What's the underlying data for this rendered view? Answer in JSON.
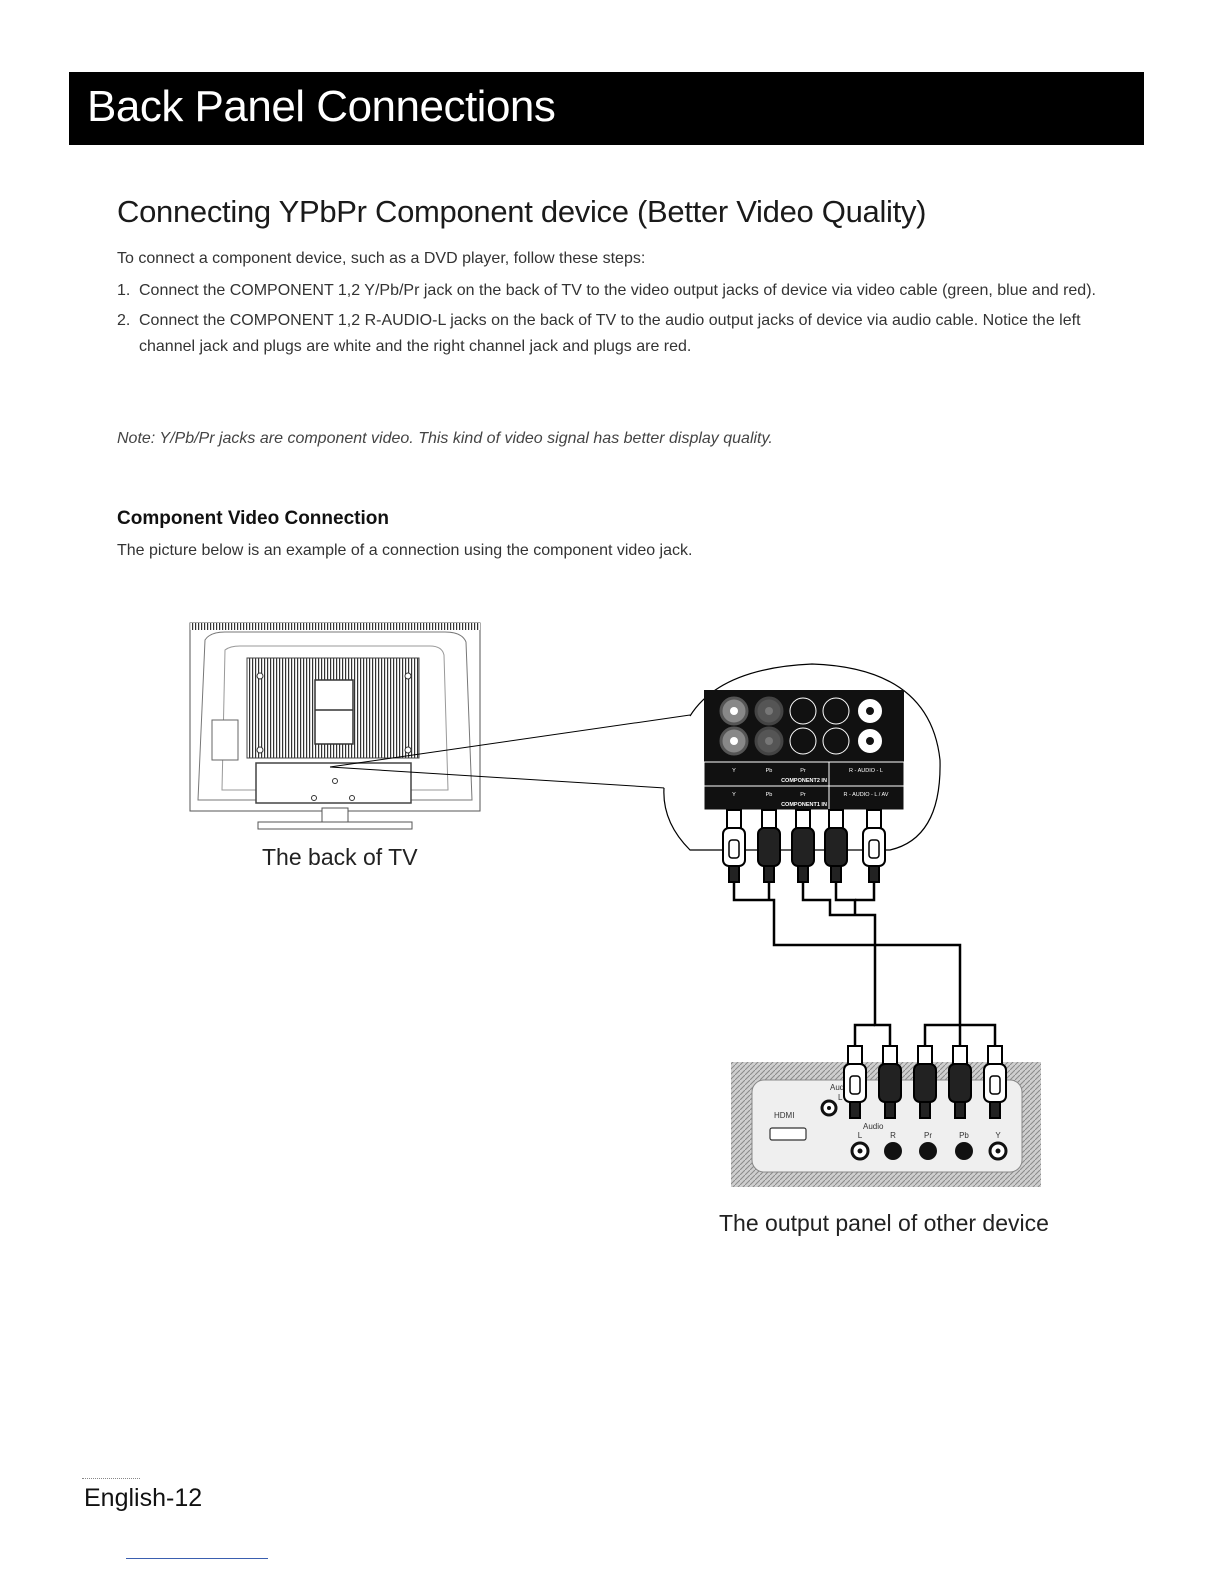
{
  "header": {
    "title": "Back Panel Connections"
  },
  "section": {
    "title": "Connecting YPbPr Component device (Better Video Quality)",
    "intro": "To  connect a component device, such as a DVD player, follow these steps:",
    "steps": [
      {
        "num": "1.",
        "text": "Connect the COMPONENT 1,2 Y/Pb/Pr jack on the back of TV to the video output jacks of device via video cable (green, blue and red)."
      },
      {
        "num": "2.",
        "text": "Connect the COMPONENT 1,2 R-AUDIO-L jacks on the back of TV to the audio output jacks of device via audio cable. Notice the left channel jack and plugs are white and the right channel jack and plugs are red."
      }
    ],
    "note": "Note: Y/Pb/Pr jacks are component video. This kind of video signal has better display quality."
  },
  "subsection": {
    "title": "Component Video Connection",
    "description": "The picture below is an example of a connection using the component video jack."
  },
  "diagram": {
    "tv_caption": "The back of TV",
    "device_caption": "The output panel of other device",
    "tv_panel_labels": {
      "row2": [
        "Y",
        "Pb",
        "Pr",
        "R - AUDIO - L"
      ],
      "row2_title": "COMPONENT2  IN",
      "row1": [
        "Y",
        "Pb",
        "Pr",
        "R - AUDIO - L / AV"
      ],
      "row1_title": "COMPONENT1  IN"
    },
    "device_labels": {
      "hdmi": "HDMI",
      "audio_top": "Audio",
      "audio_top_l": "L",
      "audio_bottom": "Audio",
      "jacks": [
        "L",
        "R",
        "Pr",
        "Pb",
        "Y"
      ]
    }
  },
  "footer": {
    "page": "English-12"
  }
}
